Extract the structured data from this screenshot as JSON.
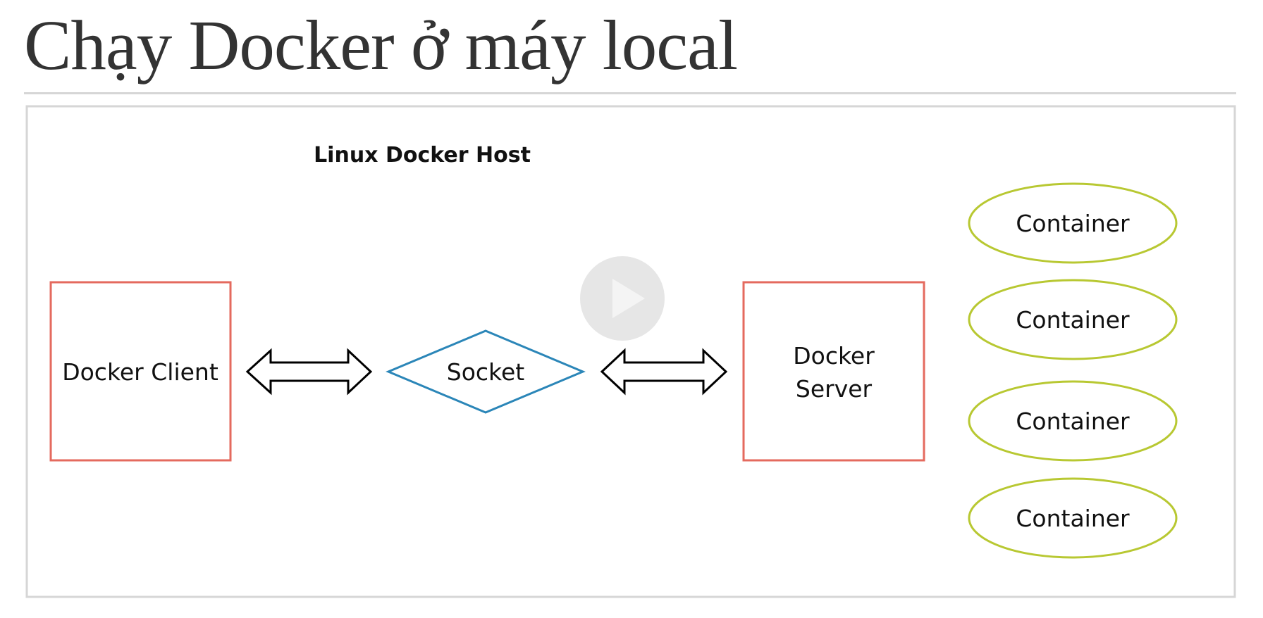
{
  "page": {
    "title": "Chạy Docker ở máy local"
  },
  "diagram": {
    "host_label": "Linux Docker Host",
    "client": {
      "label": "Docker Client"
    },
    "socket": {
      "label": "Socket"
    },
    "server": {
      "label_line1": "Docker",
      "label_line2": "Server"
    },
    "containers": [
      {
        "label": "Container"
      },
      {
        "label": "Container"
      },
      {
        "label": "Container"
      },
      {
        "label": "Container"
      }
    ],
    "colors": {
      "box_border": "#e46a5e",
      "socket_border": "#2b86b8",
      "container_border": "#b8c832",
      "arrow": "#000000",
      "frame": "#d6d6d6",
      "play_button": "#e4e4e4"
    },
    "icons": {
      "play": "play-icon"
    }
  }
}
